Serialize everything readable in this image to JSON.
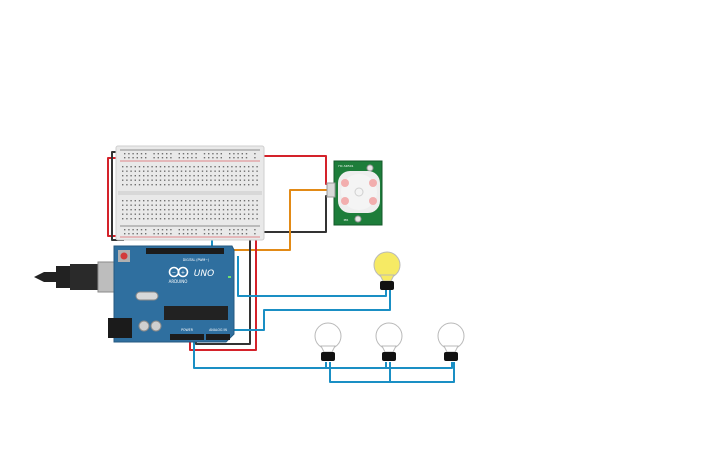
{
  "arduino": {
    "brand": "ARDUINO",
    "model": "UNO",
    "header_digital": "DIGITAL (PWM~)",
    "header_power": "POWER",
    "header_analog": "ANALOG IN"
  },
  "pir_sensor": {
    "label_top": "HC-SR501",
    "label_bottom": "PIR"
  },
  "bulbs": [
    {
      "state": "on"
    },
    {
      "state": "off"
    },
    {
      "state": "off"
    },
    {
      "state": "off"
    }
  ],
  "colors": {
    "background": "#ffffff",
    "breadboard": "#e8e8e8",
    "arduino_board": "#2f6f9f",
    "pir_board": "#1d7d3a",
    "wire_red": "#d4222a",
    "wire_black": "#333333",
    "wire_blue": "#1a8fc4",
    "wire_orange": "#e28a16",
    "bulb_on": "#f6ea64",
    "bulb_off": "#ffffff"
  }
}
